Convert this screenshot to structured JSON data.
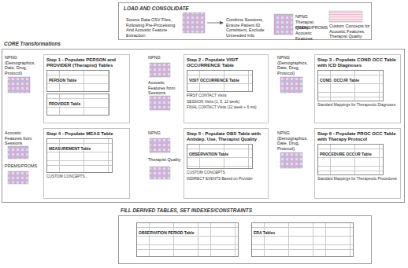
{
  "diagram": {
    "nodes": [
      {
        "text": [
          "LOAD AND CONSOLIDATE"
        ]
      },
      {
        "text": [
          "CORE Transformations"
        ]
      },
      {
        "text": [
          "Step 1 - Populate PERSON and PROVIDER (Therapist) Tables"
        ],
        "in": 1
      },
      {
        "text": [
          "PERSON Table"
        ],
        "in": 2
      },
      {
        "text": [
          "PROVIDER Table"
        ],
        "in": 2
      },
      {
        "text": [
          "Step 2 - Populate VISIT OCCURRENCE Table",
          "FIRST CONTACT Visits",
          "SESSION Visits (1, 5, 12 week)",
          "FINAL CONTACT Visits (12 week + 6 mo)"
        ],
        "in": 1
      },
      {
        "text": [
          "VISIT OCCURRENCE Table"
        ],
        "in": 5
      },
      {
        "text": [
          "Step 3 - Populate COND OCC Table with ICD Diagnoses",
          "Standard Mappings for Therapeutic Diagnoses"
        ],
        "in": 1
      },
      {
        "text": [
          "COND. OCCUR Table"
        ],
        "in": 7
      },
      {
        "text": [
          "Step 4 - Populate MEAS Table",
          "CUSTOM CONCEPTS..."
        ],
        "in": 1
      },
      {
        "text": [
          "MEASUREMENT Table"
        ],
        "in": 9
      },
      {
        "text": [
          "Step 5 - Populate OBS Table with Antidep. Use, Therapist Quality",
          "CUSTOM CONCEPTS",
          "INDIRECT EVENTS Based on Provider"
        ],
        "in": 1
      },
      {
        "text": [
          "OBSERVATION Table"
        ],
        "in": 11
      },
      {
        "text": [
          "Step 6 - Populate PROC OCC Table with Therapy Protocol",
          "Standard Mappings for Therapeutic Procedures"
        ],
        "in": 1
      },
      {
        "text": [
          "PROCEDURE OCCUR Table"
        ],
        "in": 13
      },
      {
        "text": [
          "FILL DERIVED TABLES, SET INDEXES/CONSTRAINTS"
        ]
      },
      {
        "text": [
          "OBSERVATION PERIOD Table"
        ],
        "in": 15
      },
      {
        "text": [
          "ERA Tables"
        ],
        "in": 15
      }
    ],
    "labels": [
      "Source Data CSV Files, Following Pre-Processing And Acoustic Feature Extraction",
      "Combine Sessions, Ensure Patient ID Consistent, Exclude Unneeded Info",
      "NPNG",
      "Therapist Quality",
      "PREMS/PROMS",
      "Acoustic Features",
      "Custom Concepts for Acoustic Features, Therapist Quality",
      "NPNG (Demographics, Date, Drug, Protocol)",
      "NPNG",
      "Acoustic Features from Sessions",
      "NPNG (Demographics, Date, Drug, Protocol)",
      "Acoustic Features from Sessions",
      "PREMS/PROMS",
      "NPNG",
      "Therapist Quality",
      "NPNG (Demographics, Date, Drug, Protocol)"
    ]
  }
}
